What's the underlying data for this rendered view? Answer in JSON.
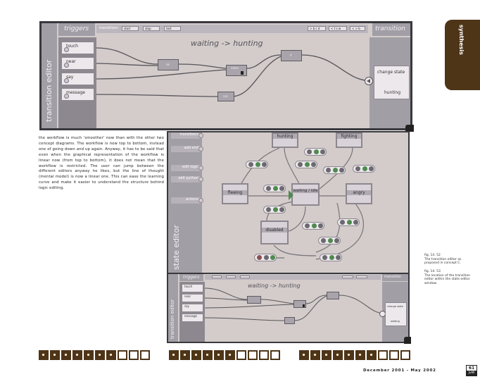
{
  "section_tab": "synthesis",
  "top_editor": {
    "side_label": "transition editor",
    "triggers_label": "triggers",
    "toolbar_label": "transitions",
    "toolbar_fields": [
      "start",
      "stop",
      "test"
    ],
    "right_fields": [
      "> b c d",
      "< t s w",
      "< > b"
    ],
    "title": "waiting -> hunting",
    "transition_label": "transition",
    "triggers": [
      "touch",
      "near",
      "say",
      "message"
    ],
    "nodes": [
      "ok",
      "value",
      "if",
      "run"
    ],
    "change_state": "change state",
    "target_state": "hunting"
  },
  "body_text": "the workflow is much 'smoother' now than with the other two concept diagrams. The workflow is now top to bottom, instead one of going down and up again. Anyway, it has to be said that even when the graphical representation of the workflow is linear now (from top to bottom), it does not mean that the workflow is restricted. The user can jump between the different editors anyway he likes, but the line of thought (mental model) is now a linear one. This can ease the learning curve and make it easier to understand the structure behind logic editing.",
  "state_editor": {
    "side_label": "state editor",
    "buttons": [
      "transitions",
      "add end",
      "edit logic",
      "edit python",
      "actions"
    ],
    "states": [
      "hunting",
      "fighting",
      "fleeing",
      "waiting / idle",
      "angry",
      "disabled"
    ]
  },
  "inner_editor": {
    "side_label": "transition editor",
    "triggers_label": "triggers",
    "title": "waiting -> hunting",
    "transition_label": "transition",
    "triggers": [
      "touch",
      "near",
      "say",
      "message"
    ],
    "change_state": "change state",
    "target_state": "waiting"
  },
  "captions": [
    {
      "label": "fig. 14. 52",
      "text": "The transition editor as proposed in concept C."
    },
    {
      "label": "fig. 14. 53",
      "text": "The location of the transition editor within the state editor window."
    }
  ],
  "footer": {
    "date": "December 2001 - May 2002",
    "page": "61",
    "initials": "JvW"
  },
  "colors": {
    "brown": "#4e3518",
    "editor_bg": "#d3ccca",
    "panel": "#a29ea6"
  }
}
